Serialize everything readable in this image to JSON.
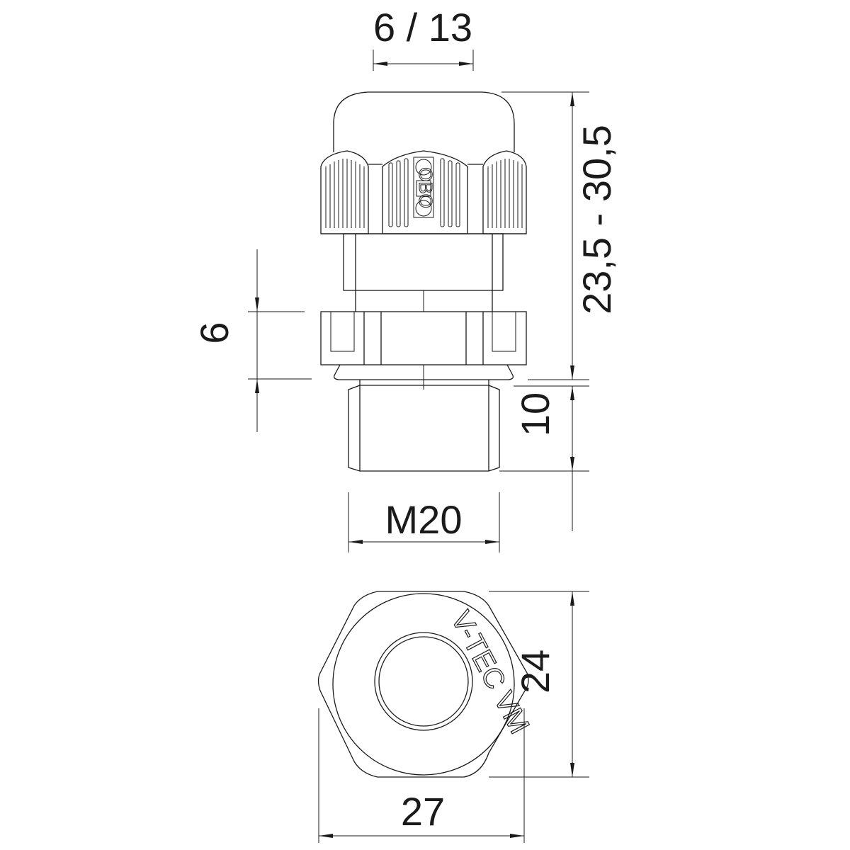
{
  "drawing": {
    "dimensions": {
      "cable_range": "6 / 13",
      "total_height": "23,5 - 30,5",
      "nut_height": "6",
      "thread_length": "10",
      "thread": "M20",
      "width_across_flats": "24",
      "width_across_corners": "27"
    },
    "logo_text": "OBO",
    "embossed_text": "V-TEC VM"
  }
}
